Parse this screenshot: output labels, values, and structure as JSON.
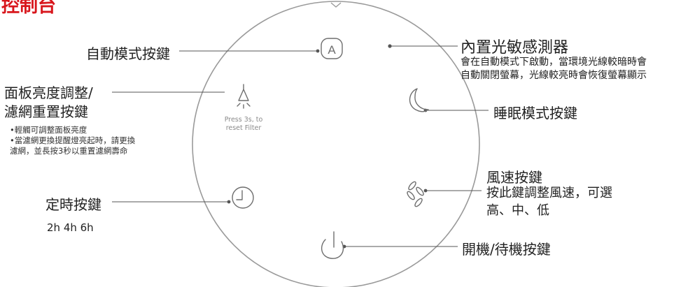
{
  "title": "控制台",
  "labels": {
    "auto_mode": "自動模式按鍵",
    "light_sensor": "內置光敏感測器",
    "light_sensor_desc": [
      "會在自動模式下啟動，當環境光線較暗時會",
      "自動關閉螢幕，光線較亮時會恢復螢幕顯示"
    ],
    "panel_brightness": [
      "面板亮度調整/",
      "濾網重置按鍵"
    ],
    "panel_brightness_desc": [
      "•輕觸可調整面板亮度",
      "•當濾網更換提醒燈亮起時，請更換",
      "濾網，並長按3秒以重置濾網壽命"
    ],
    "sleep_mode": "睡眠模式按鍵",
    "fan_speed": "風速按鍵",
    "fan_speed_desc": [
      "按此鍵調整風速，可選",
      "高、中、低"
    ],
    "timer": "定時按鍵",
    "timer_options": "2h 4h 6h",
    "power": "開機/待機按鍵"
  },
  "press_hint": [
    "Press 3s, to",
    "reset Filter"
  ],
  "auto_button_letter": "A",
  "icons": {
    "auto": "auto-mode-icon",
    "bulb": "light-bulb-icon",
    "moon": "moon-icon",
    "clock": "clock-icon",
    "fan": "fan-icon",
    "power": "power-icon",
    "sensor": "sensor-dot"
  },
  "colors": {
    "title": "#d8161c",
    "text": "#222222",
    "line": "#555555",
    "circle": "#9a9a9a",
    "icon": "#6e6e6e",
    "hint": "#8a8a8a"
  }
}
